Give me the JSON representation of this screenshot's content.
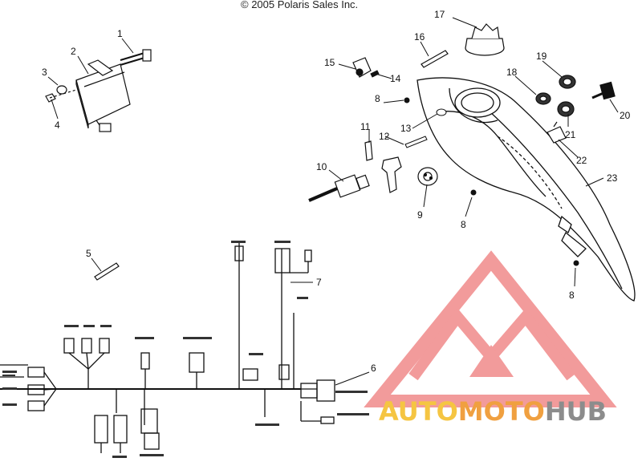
{
  "header": {
    "copyright": "© 2005 Polaris Sales Inc."
  },
  "watermark": {
    "part1": "AUTO",
    "part2": "MOTO",
    "part3": "HUB",
    "colors": {
      "triangle": "#f08a8a",
      "auto": "#f5c542",
      "moto": "#f0a040",
      "hub": "#8c8c8c"
    }
  },
  "callouts": {
    "c1": "1",
    "c2": "2",
    "c3": "3",
    "c4": "4",
    "c5": "5",
    "c6": "6",
    "c7": "7",
    "c8a": "8",
    "c8b": "8",
    "c8c": "8",
    "c9": "9",
    "c10": "10",
    "c11": "11",
    "c12": "12",
    "c13": "13",
    "c14": "14",
    "c15": "15",
    "c16": "16",
    "c17": "17",
    "c18": "18",
    "c19": "19",
    "c20": "20",
    "c21": "21",
    "c22": "22",
    "c23": "23"
  }
}
